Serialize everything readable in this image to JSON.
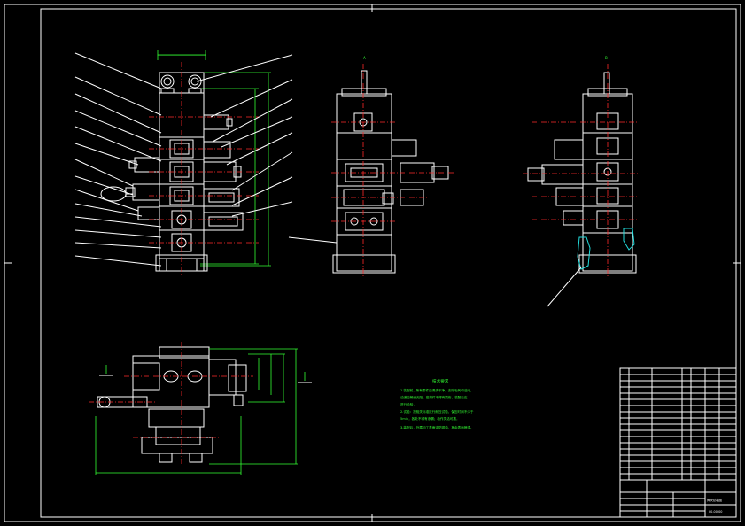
{
  "drawing": {
    "view_labels": {
      "view_a": "A",
      "view_b": "B"
    },
    "notes": {
      "heading": "技术要求",
      "lines": [
        "1.装配前，所有零件应清洗干净，去除毛刺和油污，",
        "  油道应畅通无阻，密封件不得有损伤，装配后应",
        "  进行检验，",
        "2.试验：按相关标准进行耐压试验，保压时间不少于",
        "  5min，各处不得有渗漏；动作灵活可靠，",
        "3.装配后，外露加工表面涂防锈油，其余表面喷漆。"
      ]
    },
    "title_block": {
      "drawing_title": "阀块总装图",
      "drawing_number": "00-00-00"
    }
  }
}
